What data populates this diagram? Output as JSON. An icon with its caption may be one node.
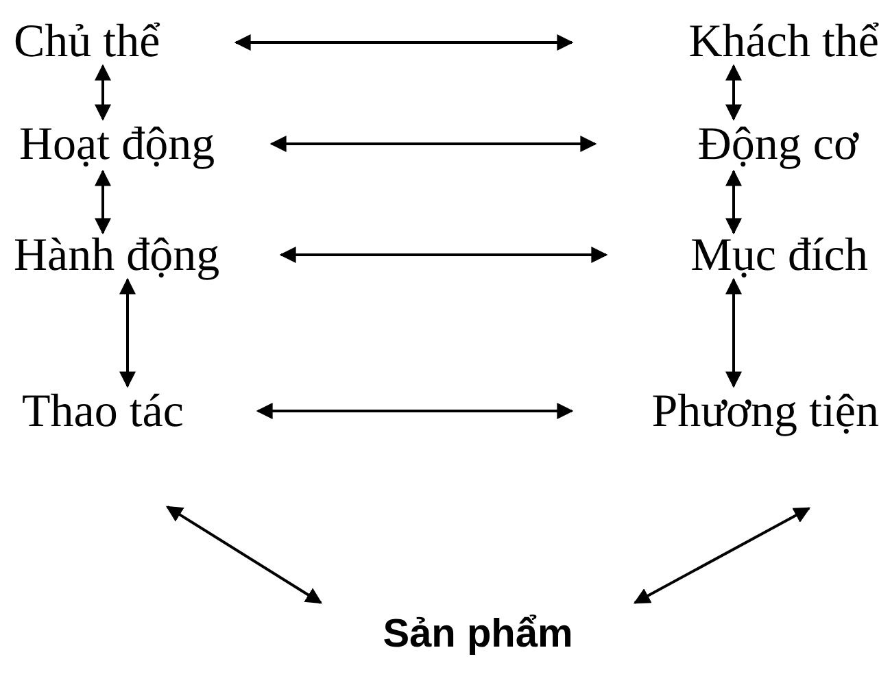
{
  "diagram": {
    "nodes": [
      {
        "text": [
          "Chủ thể"
        ]
      },
      {
        "text": [
          "Khách thể"
        ]
      },
      {
        "text": [
          "Hoạt động"
        ]
      },
      {
        "text": [
          "Động cơ"
        ]
      },
      {
        "text": [
          "Hành động"
        ]
      },
      {
        "text": [
          "Mục đích"
        ]
      },
      {
        "text": [
          "Thao tác"
        ]
      },
      {
        "text": [
          "Phương tiện"
        ]
      },
      {
        "text": [
          "Sản phẩm"
        ]
      }
    ],
    "edges": [
      {
        "from": 0,
        "to": 1,
        "arrow": "both"
      },
      {
        "from": 0,
        "to": 2,
        "arrow": "both"
      },
      {
        "from": 1,
        "to": 3,
        "arrow": "both"
      },
      {
        "from": 2,
        "to": 3,
        "arrow": "both"
      },
      {
        "from": 2,
        "to": 4,
        "arrow": "both"
      },
      {
        "from": 3,
        "to": 5,
        "arrow": "both"
      },
      {
        "from": 4,
        "to": 5,
        "arrow": "both"
      },
      {
        "from": 4,
        "to": 6,
        "arrow": "both"
      },
      {
        "from": 5,
        "to": 7,
        "arrow": "both"
      },
      {
        "from": 6,
        "to": 7,
        "arrow": "both"
      },
      {
        "from": 6,
        "to": 8,
        "arrow": "both"
      },
      {
        "from": 7,
        "to": 8,
        "arrow": "both"
      }
    ]
  }
}
